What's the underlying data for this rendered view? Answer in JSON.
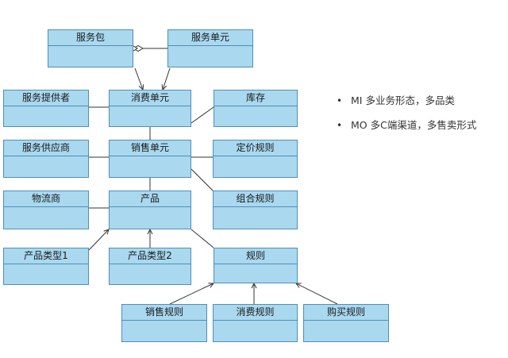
{
  "diagram": {
    "boxes": {
      "service_package": "服务包",
      "service_unit": "服务单元",
      "service_provider": "服务提供者",
      "consumption_unit": "消费单元",
      "inventory": "库存",
      "service_supplier": "服务供应商",
      "sales_unit": "销售单元",
      "pricing_rule": "定价规则",
      "logistics_provider": "物流商",
      "product": "产品",
      "combination_rule": "组合规则",
      "product_type_1": "产品类型1",
      "product_type_2": "产品类型2",
      "rule": "规则",
      "sales_rule": "销售规则",
      "consumption_rule": "消费规则",
      "purchase_rule": "购买规则"
    }
  },
  "notes": [
    {
      "bullet": "•",
      "text": "MI 多业务形态，多品类"
    },
    {
      "bullet": "•",
      "text": "MO 多C端渠道，多售卖形式"
    }
  ]
}
